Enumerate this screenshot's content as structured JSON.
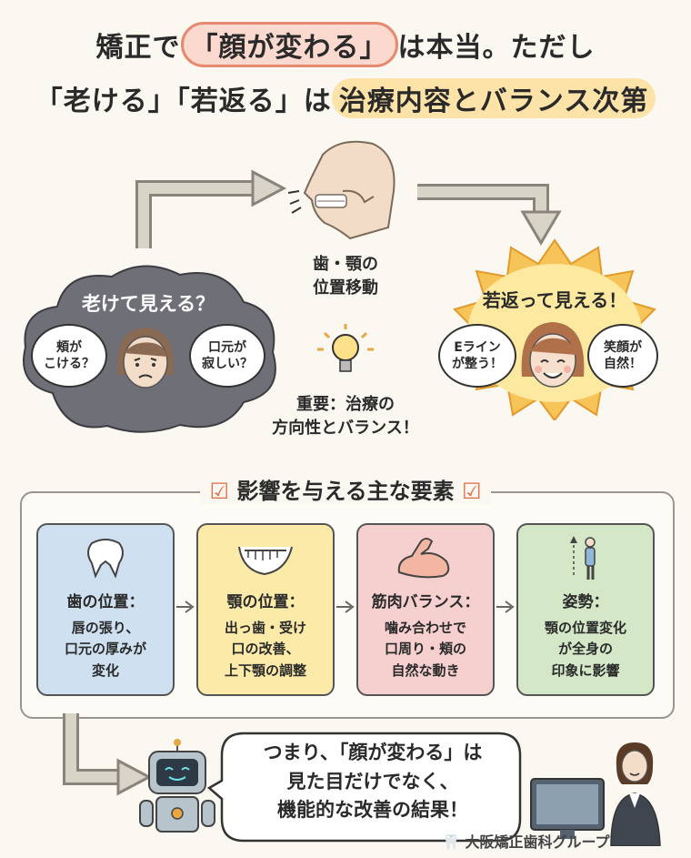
{
  "title": {
    "line1_pre": "矯正で",
    "line1_hl": "「顔が変わる」",
    "line1_post": "は本当。ただし",
    "line2_pre": "「老ける」「若返る」は",
    "line2_hl": "治療内容とバランス次第"
  },
  "center": {
    "move_label": "歯・顎の\n位置移動",
    "important": "重要：治療の\n方向性とバランス！"
  },
  "left": {
    "heading": "老けて見える？",
    "bubble1": "頬が\nこける？",
    "bubble2": "口元が\n寂しい？"
  },
  "right": {
    "heading": "若返って見える！",
    "bubble1": "Eライン\nが整う！",
    "bubble2": "笑顔が\n自然！"
  },
  "factors": {
    "heading": "影響を与える主な要素",
    "cards": [
      {
        "title": "歯の位置：",
        "desc": "唇の張り、\n口元の厚みが\n変化",
        "icon": "tooth-icon",
        "color": "#cfe0f0"
      },
      {
        "title": "顎の位置：",
        "desc": "出っ歯・受け\n口の改善、\n上下顎の調整",
        "icon": "jaw-icon",
        "color": "#fbeaa8"
      },
      {
        "title": "筋肉バランス：",
        "desc": "噛み合わせで\n口周り・頬の\n自然な動き",
        "icon": "muscle-arm-icon",
        "color": "#f6cfcf"
      },
      {
        "title": "姿勢：",
        "desc": "顎の位置変化\nが全身の\n印象に影響",
        "icon": "posture-figure-icon",
        "color": "#d4e8c8"
      }
    ]
  },
  "conclusion": "つまり、「顔が変わる」は\n見た目だけでなく、\n機能的な改善の結果！",
  "brand": "大阪矯正歯科グループ"
}
